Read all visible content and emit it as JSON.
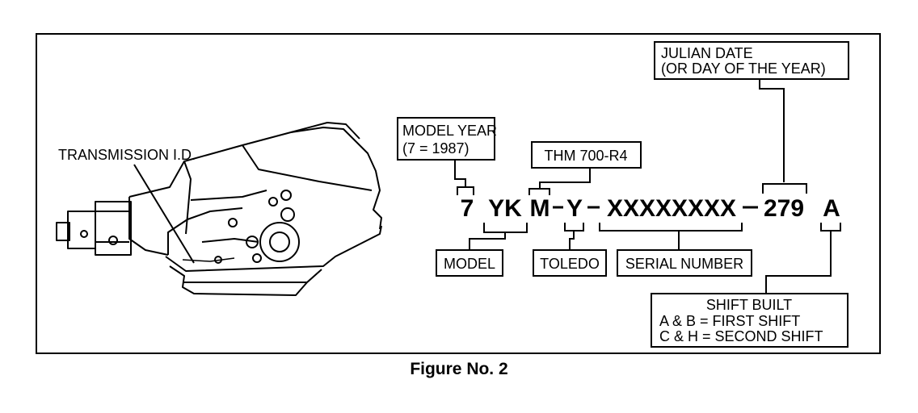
{
  "diagram": {
    "caption": "Figure No. 2",
    "transmission_label": "TRANSMISSION I.D.",
    "code_segments": {
      "year": "7",
      "model": "YK",
      "thm": "M",
      "plant": "Y",
      "serial": "XXXXXXXX",
      "julian": "279",
      "shift": "A"
    },
    "boxes": {
      "model_year": [
        "MODEL YEAR",
        "(7 = 1987)"
      ],
      "thm": "THM 700-R4",
      "julian": [
        "JULIAN DATE",
        "(OR DAY OF THE YEAR)"
      ],
      "model": "MODEL",
      "toledo": "TOLEDO",
      "serial": "SERIAL NUMBER",
      "shift": [
        "SHIFT BUILT",
        "A & B  =  FIRST SHIFT",
        "C & H  =  SECOND SHIFT"
      ]
    }
  }
}
